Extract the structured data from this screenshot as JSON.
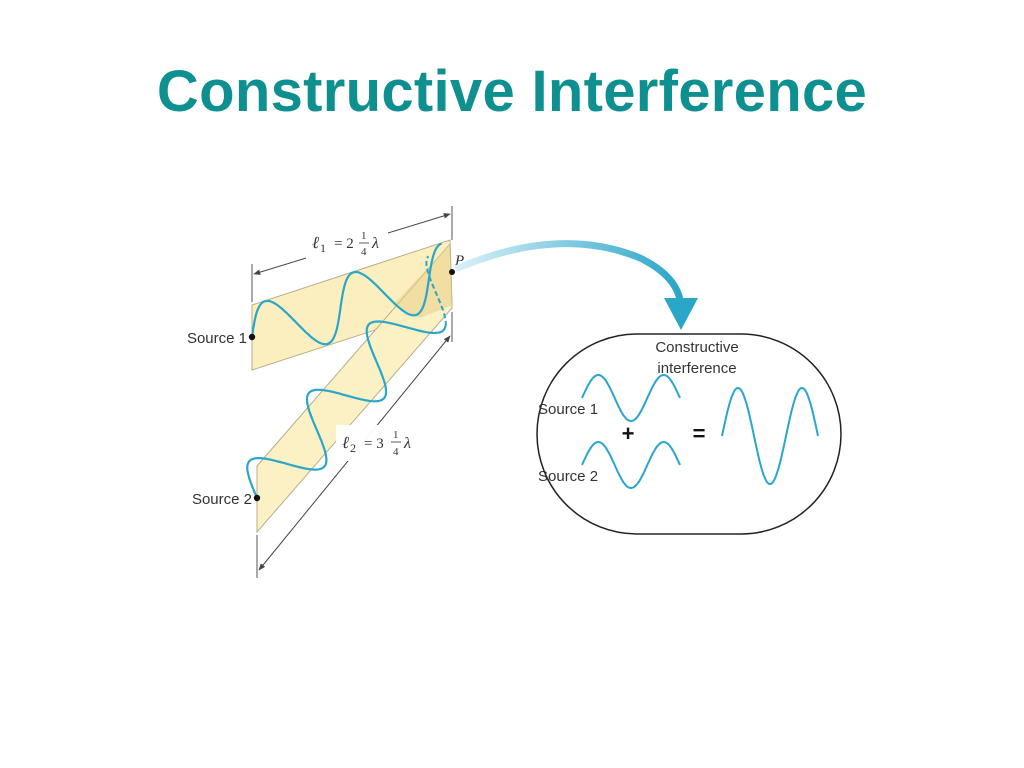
{
  "slide": {
    "title": "Constructive Interference"
  },
  "diagram": {
    "left": {
      "source1_label": "Source 1",
      "source2_label": "Source 2",
      "point_label": "P",
      "path1_label": {
        "symbol": "ℓ",
        "sub": "1",
        "eq": "= 2",
        "num": "1",
        "den": "4",
        "lambda": "λ"
      },
      "path2_label": {
        "symbol": "ℓ",
        "sub": "2",
        "eq": "= 3",
        "num": "1",
        "den": "4",
        "lambda": "λ"
      }
    },
    "inset": {
      "heading_line1": "Constructive",
      "heading_line2": "interference",
      "source1_label": "Source 1",
      "source2_label": "Source 2",
      "plus_sign": "+",
      "equals_sign": "="
    }
  },
  "colors": {
    "title": "#0f9090",
    "wave": "#2aa6c8",
    "band_fill": "#fbefbf",
    "band_edge": "#b7ad8a",
    "arrow": "#2aa6c8"
  }
}
